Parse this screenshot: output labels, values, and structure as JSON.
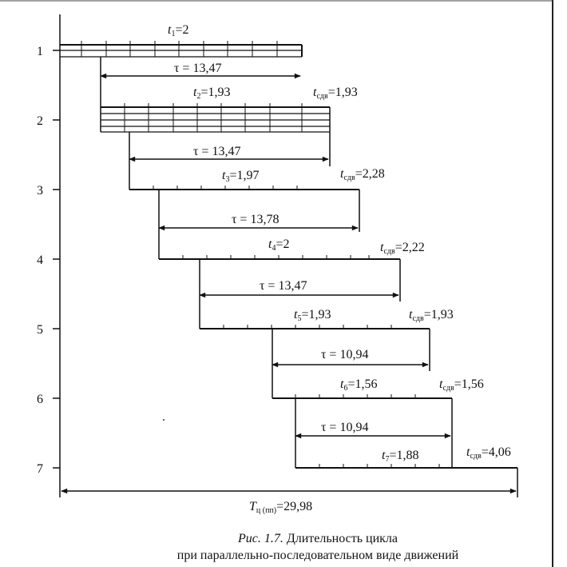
{
  "operations": [
    {
      "num": "1",
      "t": "2",
      "tau": "",
      "tsdv": ""
    },
    {
      "num": "2",
      "t": "1,93",
      "tau": "τ = 13,47",
      "tsdv": "=1,93"
    },
    {
      "num": "3",
      "t": "1,97",
      "tau": "τ = 13,47",
      "tsdv": "=2,28"
    },
    {
      "num": "4",
      "t": "2",
      "tau": "τ = 13,78",
      "tsdv": "=2,22"
    },
    {
      "num": "5",
      "t": "1,93",
      "tau": "τ = 13,47",
      "tsdv": "=1,93"
    },
    {
      "num": "6",
      "t": "1,56",
      "tau": "τ = 10,94",
      "tsdv": "=1,56"
    },
    {
      "num": "7",
      "t": "1,88",
      "tau": "τ = 10,94",
      "tsdv": "=4,06"
    }
  ],
  "total": {
    "symbol": "T",
    "subscript": "ц (пп)",
    "value": "=29,98"
  },
  "caption": {
    "prefix": "Рис.  1.7.",
    "line1": "Длительность цикла",
    "line2": "при параллельно-последовательном виде движений"
  }
}
